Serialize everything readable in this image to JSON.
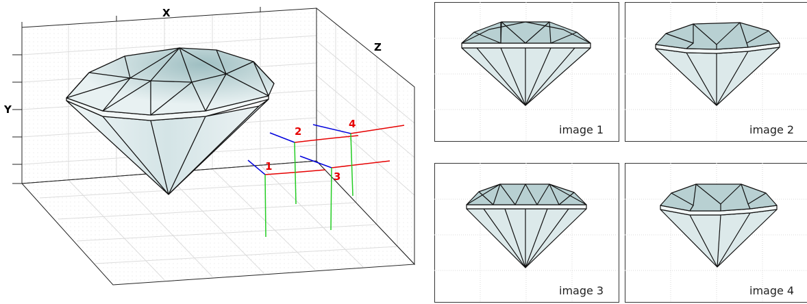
{
  "main_view": {
    "axes": {
      "x": "X",
      "y": "Y",
      "z": "Z"
    },
    "cameras": [
      {
        "label": "1"
      },
      {
        "label": "2"
      },
      {
        "label": "3"
      },
      {
        "label": "4"
      }
    ]
  },
  "thumbnails": [
    {
      "label": "image 1"
    },
    {
      "label": "image 2"
    },
    {
      "label": "image 3"
    },
    {
      "label": "image 4"
    }
  ],
  "colors": {
    "gem_fill": "#dce9ea",
    "gem_dark": "#8fb4b8",
    "camera_red": "#e60000",
    "camera_green": "#22cc22",
    "camera_blue": "#0000dd",
    "grid": "#c8c8c8"
  }
}
